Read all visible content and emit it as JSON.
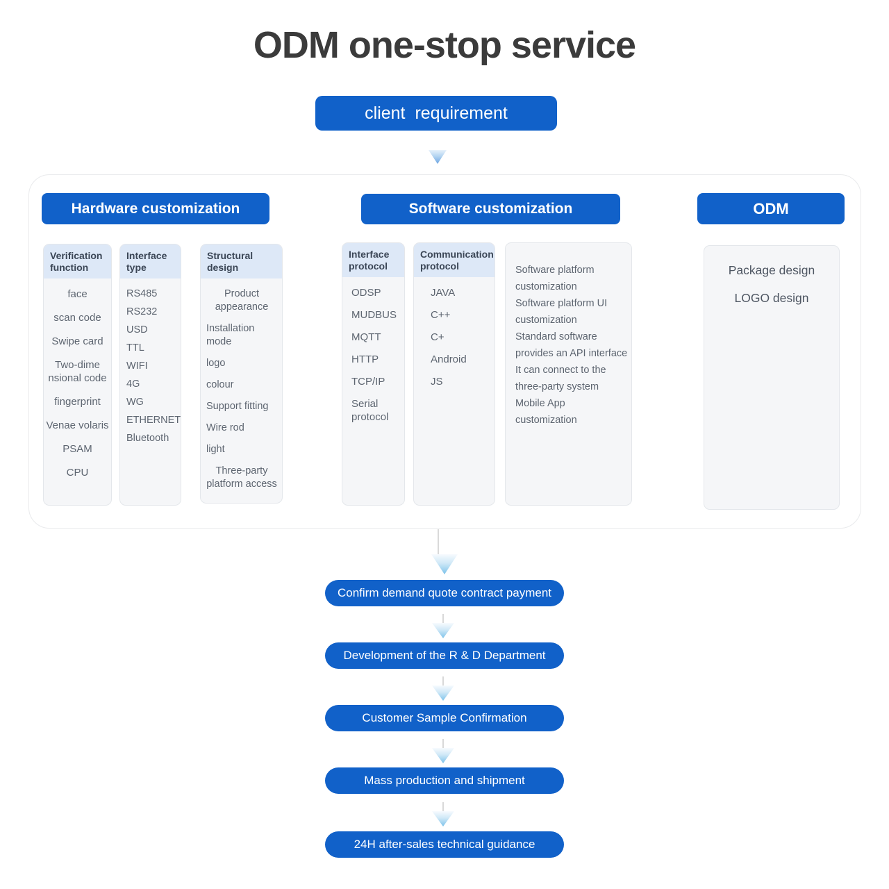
{
  "title": "ODM one-stop service",
  "flow": {
    "client_requirement": "client requirement"
  },
  "sections": {
    "hardware": {
      "header": "Hardware customization",
      "columns": [
        {
          "title": "Verification function",
          "items": [
            "face",
            "scan code",
            "Swipe card",
            "Two-dime nsional code",
            "fingerprint",
            "Venae volaris",
            "PSAM",
            "CPU"
          ]
        },
        {
          "title": "Interface type",
          "items": [
            "RS485",
            "RS232",
            "USD",
            "TTL",
            "WIFI",
            "4G",
            "WG",
            "ETHERNET",
            "Bluetooth"
          ]
        },
        {
          "title": "Structural design",
          "items": [
            "Product appearance",
            "Installation mode",
            "logo",
            "colour",
            "Support fitting",
            "Wire rod",
            "light",
            "Three-party platform access"
          ]
        }
      ]
    },
    "software": {
      "header": "Software customization",
      "columns": [
        {
          "title": "Interface protocol",
          "items": [
            "ODSP",
            "MUDBUS",
            "MQTT",
            "HTTP",
            "TCP/IP",
            "Serial protocol"
          ]
        },
        {
          "title": "Communication protocol",
          "items": [
            "JAVA",
            "C++",
            "C+",
            "Android",
            "JS"
          ]
        }
      ],
      "notes": [
        "Software platform customization",
        "Software platform UI customization",
        "Standard software provides an API interface",
        "It can connect to the three-party system",
        "Mobile App customization"
      ]
    },
    "odm": {
      "header": "ODM",
      "items": [
        "Package design",
        "LOGO design"
      ]
    }
  },
  "process_steps": [
    "Confirm demand quote contract payment",
    "Development of the R & D Department",
    "Customer Sample Confirmation",
    "Mass production and shipment",
    "24H after-sales technical guidance"
  ],
  "colors": {
    "primary_blue": "#1161c9",
    "column_header_blue": "#dde8f7",
    "panel_gray": "#f5f6f8",
    "title_gray": "#3b3b3b",
    "body_text_gray": "#5d6570"
  }
}
